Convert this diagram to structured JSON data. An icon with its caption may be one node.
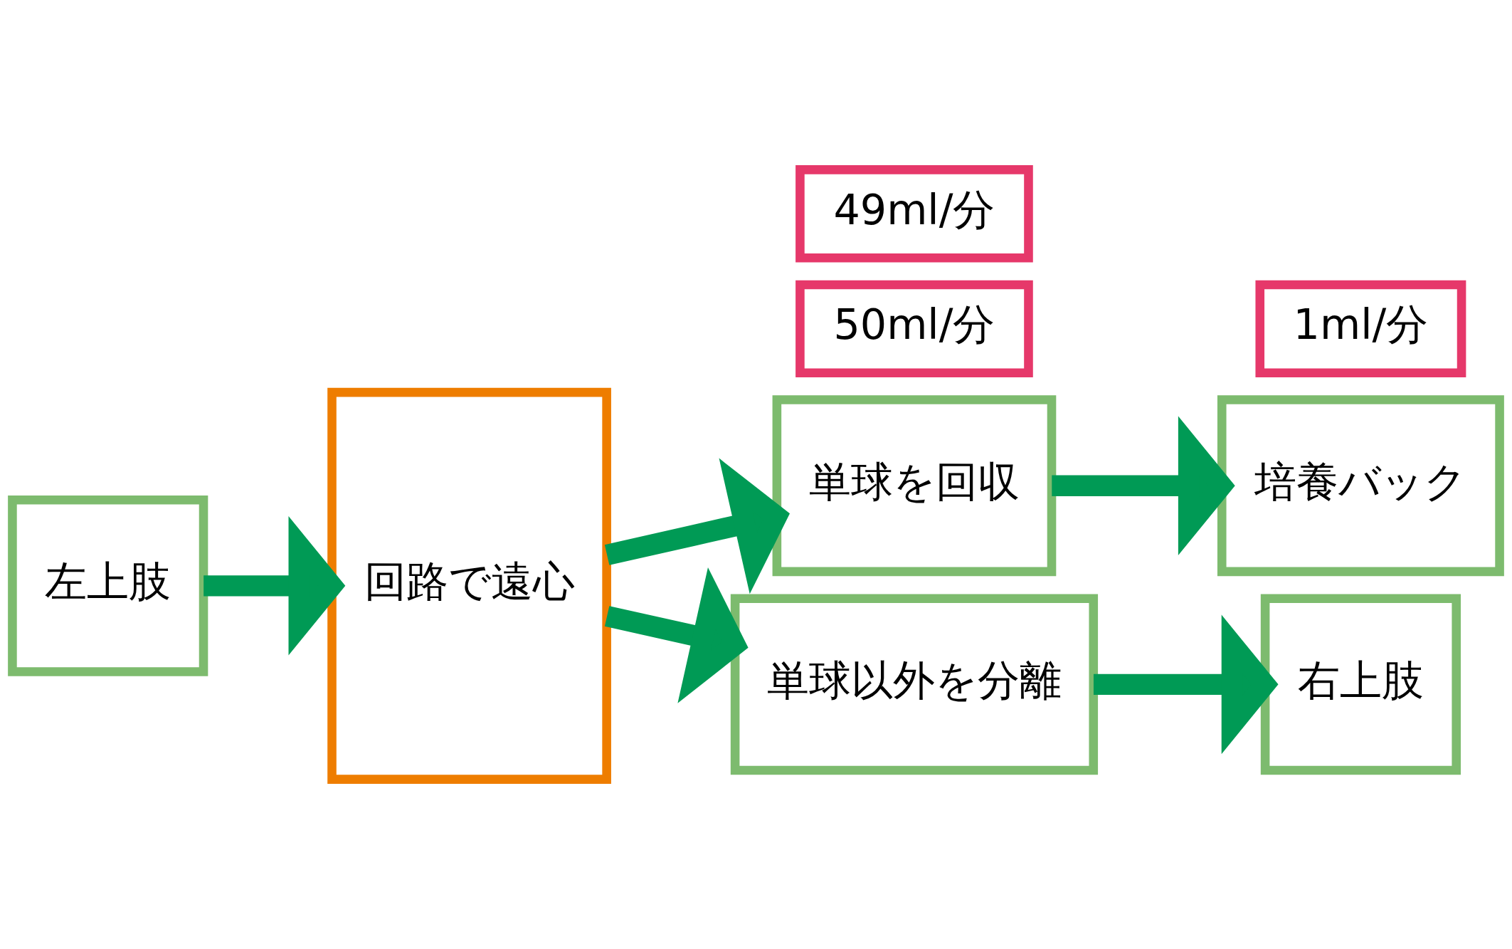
{
  "diagram": {
    "nodes": [
      {
        "text": [
          "左上肢"
        ]
      },
      {
        "text": [
          "回路で遠心"
        ]
      },
      {
        "text": [
          "単球を回収"
        ]
      },
      {
        "text": [
          "50ml/分"
        ]
      },
      {
        "text": [
          "単球以外を分離"
        ]
      },
      {
        "text": [
          "49ml/分"
        ]
      },
      {
        "text": [
          "培養バック"
        ]
      },
      {
        "text": [
          "1ml/分"
        ]
      },
      {
        "text": [
          "右上肢"
        ]
      }
    ],
    "edges": [
      {
        "from": 0,
        "to": 1,
        "arrow": "to"
      },
      {
        "from": 1,
        "to": 2,
        "arrow": "to"
      },
      {
        "from": 1,
        "to": 4,
        "arrow": "to"
      },
      {
        "from": 2,
        "to": 6,
        "arrow": "to"
      },
      {
        "from": 4,
        "to": 8,
        "arrow": "to"
      }
    ]
  }
}
